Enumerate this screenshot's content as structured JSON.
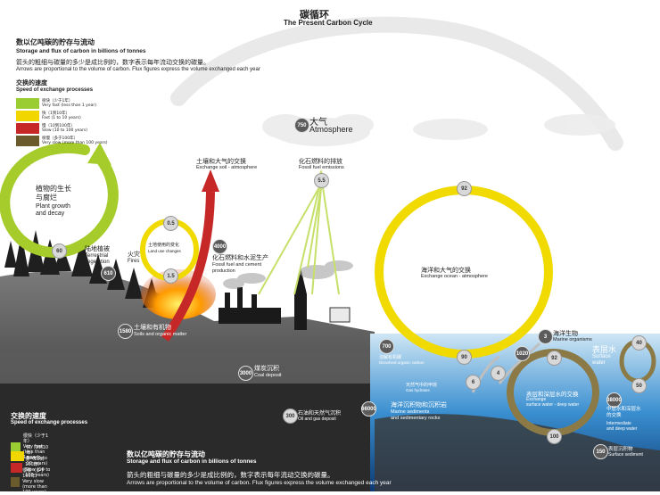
{
  "title": {
    "zh": "碳循环",
    "en": "The Present Carbon Cycle"
  },
  "storage": {
    "zh": "数以亿吨碳的貯存与流动",
    "en": "Storage and flux of carbon in billions of tonnes",
    "note_zh": "箭头的粗细与碳量的多少是成比例的，数字表示每年流动交换的碳量。",
    "note_en": "Arrows are proportional to the volume of carbon. Flux figures express the volume exchanged each year"
  },
  "legend": {
    "title_zh": "交换的速度",
    "title_en": "Speed of exchange processes",
    "title2_zh": "交换的速度",
    "items": [
      {
        "zh": "很快（少于1年）",
        "en": "Very fast (less than 1 year)",
        "color": "#9acd32"
      },
      {
        "zh": "快（1到10年）",
        "en": "Fast (1 to 10 years)",
        "color": "#f2d600"
      },
      {
        "zh": "慢（10到100年）",
        "en": "Slow (10 to 100 years)",
        "color": "#c62828"
      },
      {
        "zh": "很慢（多于100年）",
        "en": "Very slow (more than 100 years)",
        "color": "#6b5a2c"
      }
    ]
  },
  "atmosphere": {
    "value": "750",
    "zh": "大气",
    "en": "Atmosphere"
  },
  "plant": {
    "zh": "植物的生长\n与腐烂",
    "en": "Plant growth\nand decay",
    "value": "60"
  },
  "terrestrial": {
    "zh": "陆地植被",
    "en": "Terrestrial\nvegetation",
    "value": "610"
  },
  "fires": {
    "zh": "火灾",
    "en": "Fires"
  },
  "land_use": {
    "zh": "土地使用的变化",
    "en": "Land use changes",
    "top": "0.5",
    "bottom": "1.5"
  },
  "soil_exchange": {
    "zh": "土壤和大气的交换",
    "en": "Exchange soil - atmosphere"
  },
  "fossil_emissions": {
    "zh": "化石燃料的排放",
    "en": "Fossil fuel emissions",
    "value": "5.5"
  },
  "fossil_prod": {
    "zh": "化石燃料和水泥生产",
    "en": "Fossil fuel and cement\nproduction",
    "value": "4000"
  },
  "soils": {
    "zh": "土壤和有机物",
    "en": "Soils and organic matter",
    "value": "1580"
  },
  "coal": {
    "zh": "煤炭沉积",
    "en": "Coal deposit",
    "value": "3000"
  },
  "oil": {
    "zh": "石油和天然气沉积",
    "en": "Oil and gas deposit",
    "value": "300"
  },
  "marine_sed": {
    "zh": "海洋沉积物和沉积岩",
    "en": "Marine sediments\nand sedimentary rocks",
    "value": "66000"
  },
  "ocean_exchange": {
    "zh": "海洋和大气的交换",
    "en": "Exchange ocean - atmosphere",
    "top": "92",
    "bottom": "90"
  },
  "dissolved": {
    "zh": "溶解有机碳",
    "en": "Dissolved organic carbon",
    "value": "700"
  },
  "gas_hydrates": {
    "zh": "天然气中的甲烷",
    "en": "Gas hydrates"
  },
  "marine_org": {
    "zh": "海洋生物",
    "en": "Marine organisms",
    "value": "3"
  },
  "surface_water": {
    "zh": "表层水",
    "en": "Surface\nwater",
    "v1": "40",
    "v2": "50"
  },
  "flux_small": {
    "a": "6",
    "b": "4"
  },
  "deep_exchange": {
    "zh": "表层和深层水的交换",
    "en": "Exchange\nsurface water - deep water",
    "top": "92",
    "left": "1020",
    "bottom": "100"
  },
  "intermediate": {
    "zh": "中层水和深层水\n的交换",
    "en": "Intermediate\nand deep water",
    "value": "38000"
  },
  "surface_sed": {
    "zh": "表层沉积物",
    "en": "Surface sediment",
    "value": "150"
  }
}
